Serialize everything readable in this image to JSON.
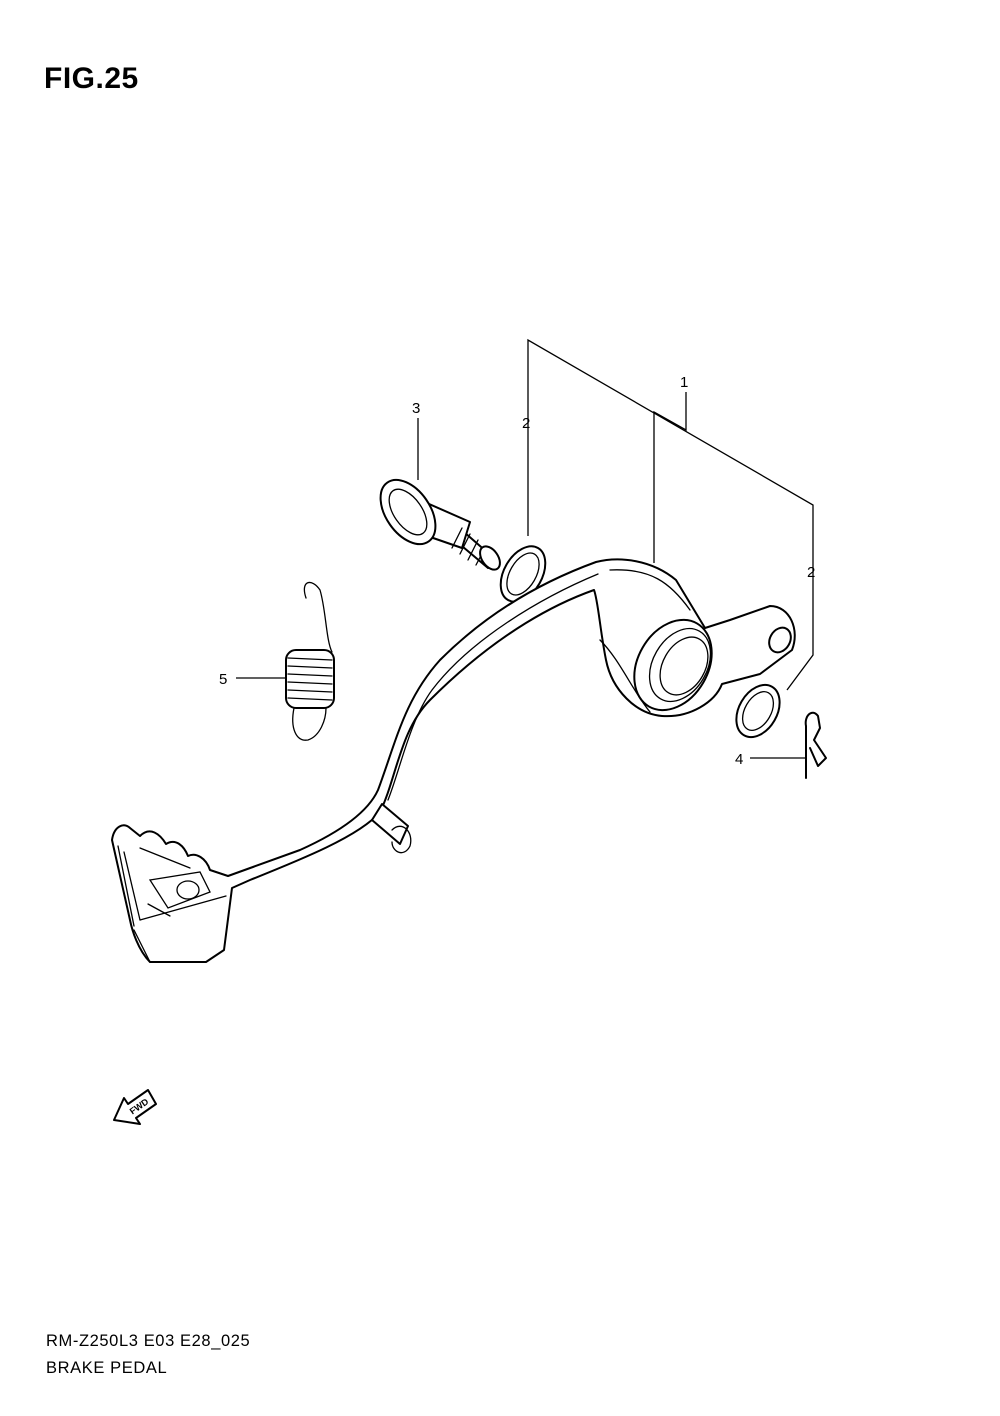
{
  "figure": {
    "title": "FIG.25"
  },
  "callouts": [
    {
      "number": "1"
    },
    {
      "number": "2"
    },
    {
      "number": "2"
    },
    {
      "number": "3"
    },
    {
      "number": "4"
    },
    {
      "number": "5"
    }
  ],
  "fwd_arrow": {
    "label": "FWD"
  },
  "footer": {
    "model_code": "RM-Z250L3  E03  E28_025",
    "part_name": "BRAKE PEDAL"
  }
}
